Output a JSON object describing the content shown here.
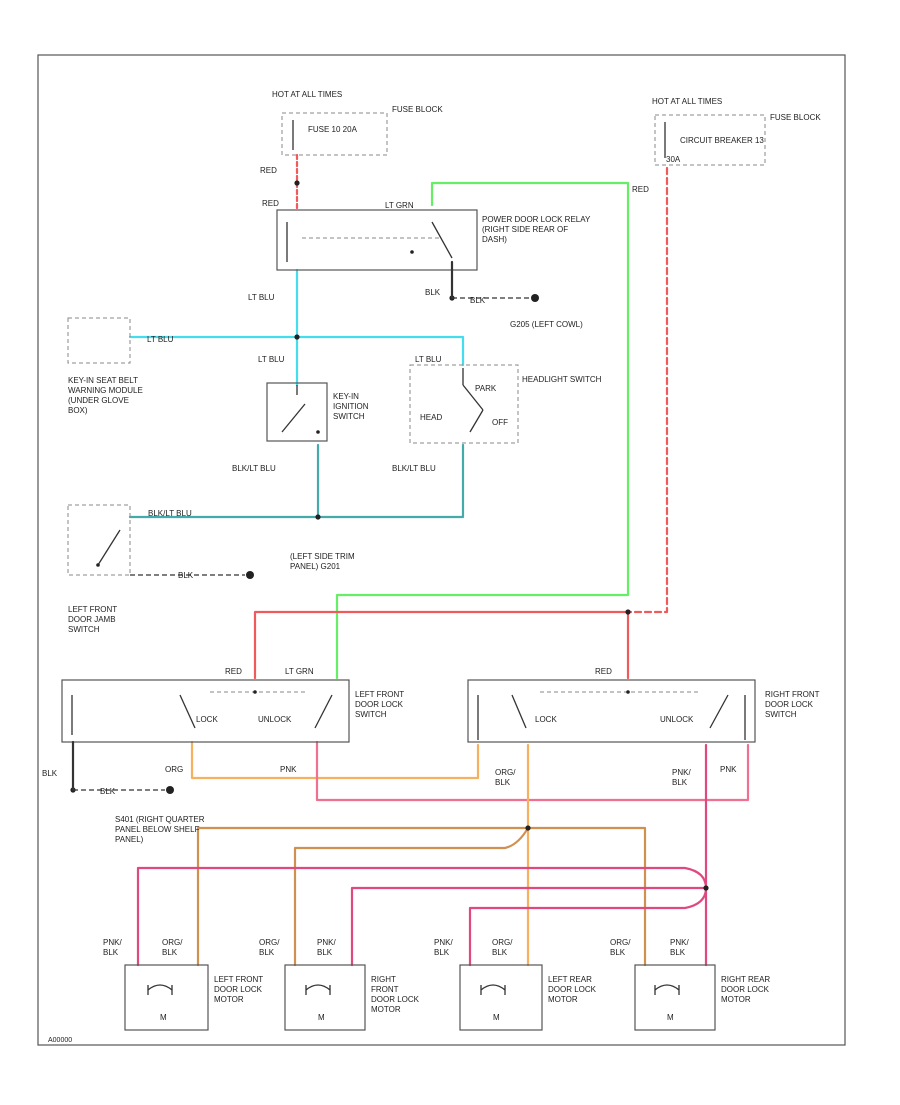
{
  "colors": {
    "red": "#f05a5a",
    "lt_grn": "#66ee66",
    "lt_blu": "#44ddee",
    "blk_lt_blu": "#44aaaa",
    "org": "#f5b060",
    "pnk": "#f07090",
    "pnk_blk": "#e04880",
    "org_blk": "#d09050"
  },
  "labels": {
    "hot_all_1": "HOT AT ALL TIMES",
    "fuse_block_1": "FUSE BLOCK",
    "fuse_10": "FUSE 10 20A",
    "hot_all_2": "HOT AT ALL TIMES",
    "cb_fuse_block": "FUSE BLOCK",
    "circuit_breaker": "CIRCUIT BREAKER 13",
    "cb_amp": "30A",
    "red_1": "RED",
    "red_2": "RED",
    "lt_grn_1": "LT GRN",
    "red_3": "RED",
    "relay": "POWER DOOR LOCK RELAY (RIGHT SIDE REAR OF DASH)",
    "blk_1": "BLK",
    "blk_2": "BLK",
    "lt_blu_1": "LT BLU",
    "ground_g205": "G205 (LEFT COWL)",
    "lt_blu_wire": "LT BLU",
    "lt_blu_2": "LT BLU",
    "lt_blu_3": "LT BLU",
    "key_module": "KEY-IN SEAT BELT WARNING MODULE (UNDER GLOVE BOX)",
    "key_switch": "KEY-IN IGNITION SWITCH",
    "headlight_switch": "HEADLIGHT SWITCH",
    "head": "HEAD",
    "park": "PARK",
    "off": "OFF",
    "blk_lt_blu_1": "BLK/LT BLU",
    "blk_lt_blu_2": "BLK/LT BLU",
    "blk_lt_blu_3": "BLK/LT BLU",
    "blk_3": "BLK",
    "ground_left": "(LEFT SIDE TRIM PANEL) G201",
    "jamb_switch": "LEFT FRONT DOOR JAMB SWITCH",
    "red_lf": "RED",
    "lt_grn_lf": "LT GRN",
    "red_rf": "RED",
    "lf_lock_switch": "LEFT FRONT DOOR LOCK SWITCH",
    "rf_lock_switch": "RIGHT FRONT DOOR LOCK SWITCH",
    "lock_1": "LOCK",
    "unlock_1": "UNLOCK",
    "lock_2": "LOCK",
    "unlock_2": "UNLOCK",
    "blk_4": "BLK",
    "blk_5": "BLK",
    "org_1": "ORG",
    "pnk_1": "PNK",
    "org_blk_1": "ORG/ BLK",
    "pnk_blk_1": "PNK/ BLK",
    "pnk_2": "PNK",
    "splice": "S401 (RIGHT QUARTER PANEL BELOW SHELF PANEL)",
    "m1_pnk": "PNK/ BLK",
    "m1_org": "ORG/ BLK",
    "m2_org": "ORG/ BLK",
    "m2_pnk": "PNK/ BLK",
    "m3_pnk": "PNK/ BLK",
    "m3_org": "ORG/ BLK",
    "m4_org": "ORG/ BLK",
    "m4_pnk": "PNK/ BLK",
    "motor_lf": "LEFT FRONT DOOR LOCK MOTOR",
    "motor_rf": "RIGHT FRONT DOOR LOCK MOTOR",
    "motor_lr": "LEFT REAR DOOR LOCK MOTOR",
    "motor_rr": "RIGHT REAR DOOR LOCK MOTOR",
    "m": "M",
    "code": "A00000"
  }
}
